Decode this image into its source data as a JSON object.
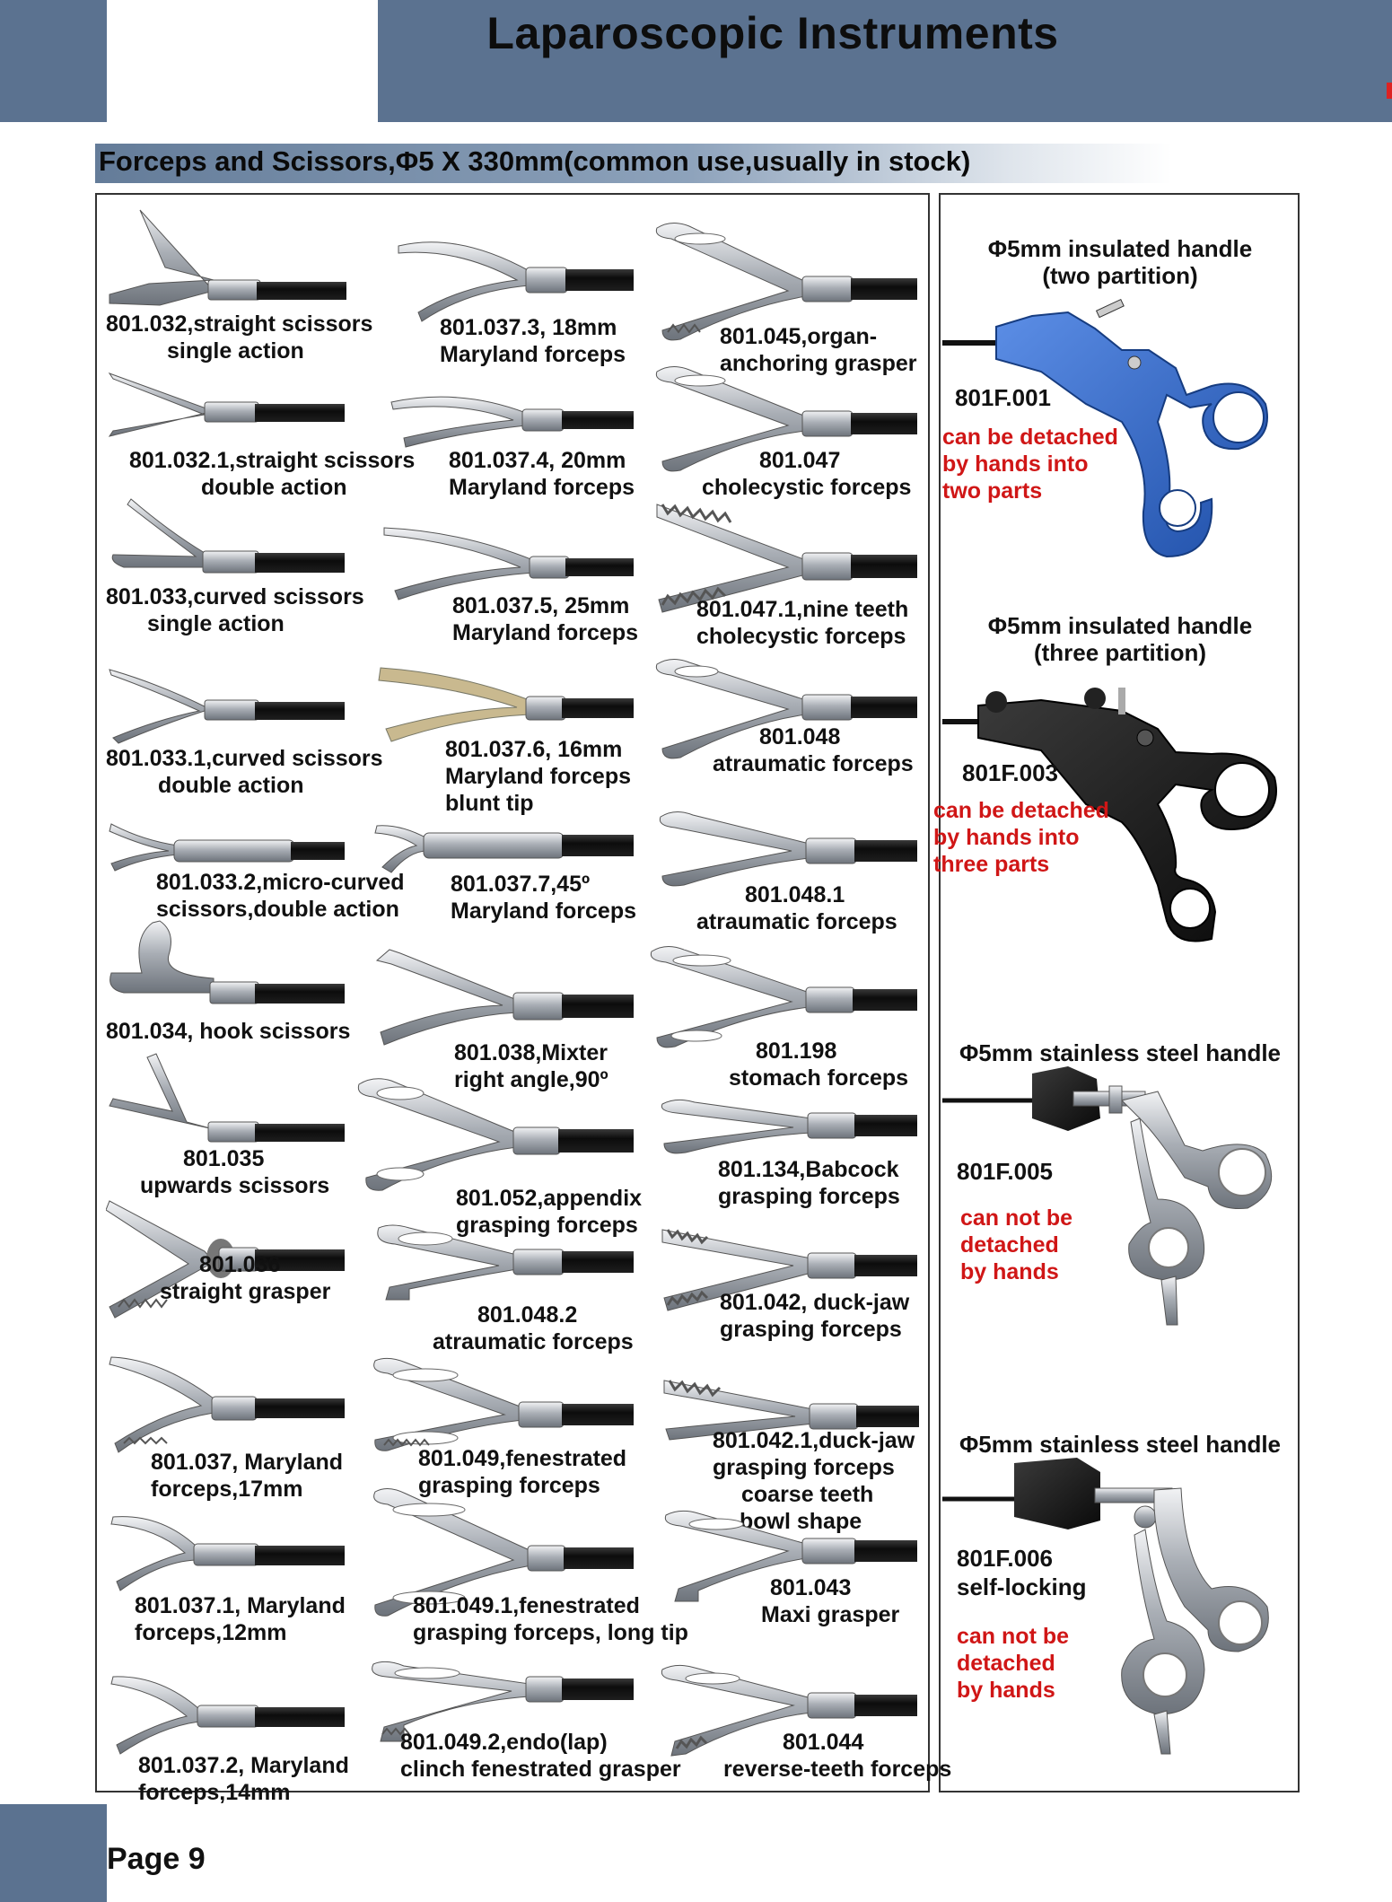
{
  "header": {
    "title": "Laparoscopic Instruments"
  },
  "section": {
    "title": "Forceps and Scissors,Φ5 X 330mm(common use,usually in stock)"
  },
  "instruments": {
    "c1": [
      {
        "l1": "801.032,straight scissors",
        "l2": "single action"
      },
      {
        "l1": "801.032.1,straight scissors",
        "l2": "double action"
      },
      {
        "l1": "801.033,curved scissors",
        "l2": "single action"
      },
      {
        "l1": "801.033.1,curved scissors",
        "l2": "double action"
      },
      {
        "l1": "801.033.2,micro-curved",
        "l2": "scissors,double action"
      },
      {
        "l1": "801.034, hook scissors",
        "l2": ""
      },
      {
        "l1": "801.035",
        "l2": "upwards scissors"
      },
      {
        "l1": "801.036",
        "l2": "straight grasper"
      },
      {
        "l1": "801.037, Maryland",
        "l2": "forceps,17mm"
      },
      {
        "l1": "801.037.1, Maryland",
        "l2": "forceps,12mm"
      },
      {
        "l1": "801.037.2, Maryland",
        "l2": "forceps,14mm"
      }
    ],
    "c2": [
      {
        "l1": "801.037.3, 18mm",
        "l2": "Maryland forceps",
        "l3": ""
      },
      {
        "l1": "801.037.4, 20mm",
        "l2": "Maryland forceps",
        "l3": ""
      },
      {
        "l1": "801.037.5, 25mm",
        "l2": "Maryland forceps",
        "l3": ""
      },
      {
        "l1": "801.037.6, 16mm",
        "l2": "Maryland forceps",
        "l3": "blunt tip"
      },
      {
        "l1": "801.037.7,45º",
        "l2": "Maryland forceps",
        "l3": ""
      },
      {
        "l1": "801.038,Mixter",
        "l2": "right angle,90º",
        "l3": ""
      },
      {
        "l1": "801.052,appendix",
        "l2": "grasping forceps",
        "l3": ""
      },
      {
        "l1": "801.048.2",
        "l2": "atraumatic forceps",
        "l3": ""
      },
      {
        "l1": "801.049,fenestrated",
        "l2": "grasping forceps",
        "l3": ""
      },
      {
        "l1": "801.049.1,fenestrated",
        "l2": "grasping forceps, long tip",
        "l3": ""
      },
      {
        "l1": "801.049.2,endo(lap)",
        "l2": "clinch fenestrated grasper",
        "l3": ""
      }
    ],
    "c3": [
      {
        "l1": "801.045,organ-",
        "l2": "anchoring grasper",
        "l3": "",
        "l4": ""
      },
      {
        "l1": "801.047",
        "l2": "cholecystic forceps",
        "l3": "",
        "l4": ""
      },
      {
        "l1": "801.047.1,nine teeth",
        "l2": "cholecystic forceps",
        "l3": "",
        "l4": ""
      },
      {
        "l1": "801.048",
        "l2": "atraumatic forceps",
        "l3": "",
        "l4": ""
      },
      {
        "l1": "801.048.1",
        "l2": "atraumatic forceps",
        "l3": "",
        "l4": ""
      },
      {
        "l1": "801.198",
        "l2": "stomach forceps",
        "l3": "",
        "l4": ""
      },
      {
        "l1": "801.134,Babcock",
        "l2": "grasping forceps",
        "l3": "",
        "l4": ""
      },
      {
        "l1": "801.042, duck-jaw",
        "l2": "grasping forceps",
        "l3": "",
        "l4": ""
      },
      {
        "l1": "801.042.1,duck-jaw",
        "l2": "grasping forceps",
        "l3": "coarse teeth",
        "l4": "bowl shape"
      },
      {
        "l1": "801.043",
        "l2": "Maxi grasper",
        "l3": "",
        "l4": ""
      },
      {
        "l1": "801.044",
        "l2": "reverse-teeth forceps",
        "l3": "",
        "l4": ""
      }
    ]
  },
  "handles": [
    {
      "title1": "Φ5mm insulated handle",
      "title2": "(two partition)",
      "code": "801F.001",
      "code2": "",
      "note1": "can be detached",
      "note2": "by hands into",
      "note3": "two  parts",
      "color": "#2f66c8"
    },
    {
      "title1": "Φ5mm insulated handle",
      "title2": "(three partition)",
      "code": "801F.003",
      "code2": "",
      "note1": "can be detached",
      "note2": "by hands into",
      "note3": "three  parts",
      "color": "#1c1c1c"
    },
    {
      "title1": "Φ5mm stainless steel handle",
      "title2": "",
      "code": "801F.005",
      "code2": "",
      "note1": "can not be",
      "note2": "detached",
      "note3": "by hands",
      "color": "#b8bcc2"
    },
    {
      "title1": "Φ5mm stainless steel handle",
      "title2": "",
      "code": "801F.006",
      "code2": "self-locking",
      "note1": "can not be",
      "note2": "detached",
      "note3": "by hands",
      "color": "#b8bcc2"
    }
  ],
  "footer": {
    "page": "Page 9"
  },
  "colors": {
    "banner": "#5b7290",
    "note_red": "#d01616",
    "insulated_blue": "#2f66c8"
  }
}
